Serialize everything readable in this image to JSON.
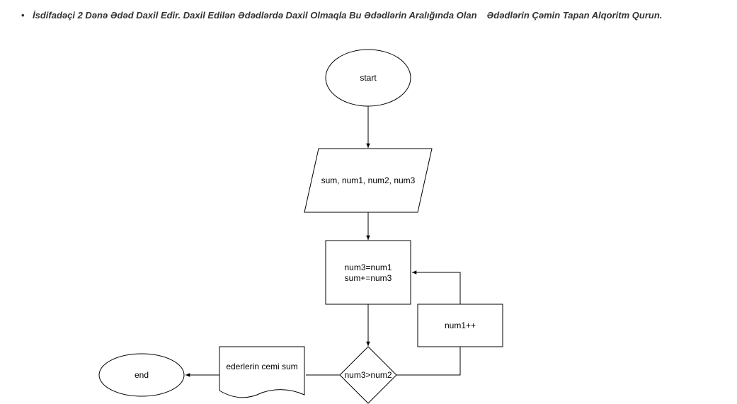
{
  "task": {
    "bullet": "•",
    "text_part1": "İsdifadəçi 2 Dənə Ədəd Daxil Edir. Daxil Edilən Ədədlərdə Daxil Olmaqla Bu Ədədlərin Aralığında Olan",
    "text_part2": "Ədədlərin Çəmin Tapan Alqoritm Qurun."
  },
  "flowchart": {
    "start": "start",
    "input": "sum, num1, num2, num3",
    "process_line1": "num3=num1",
    "process_line2": "sum+=num3",
    "increment": "num1++",
    "decision": "num3>num2",
    "output": "ederlerin cemi sum",
    "end": "end"
  }
}
